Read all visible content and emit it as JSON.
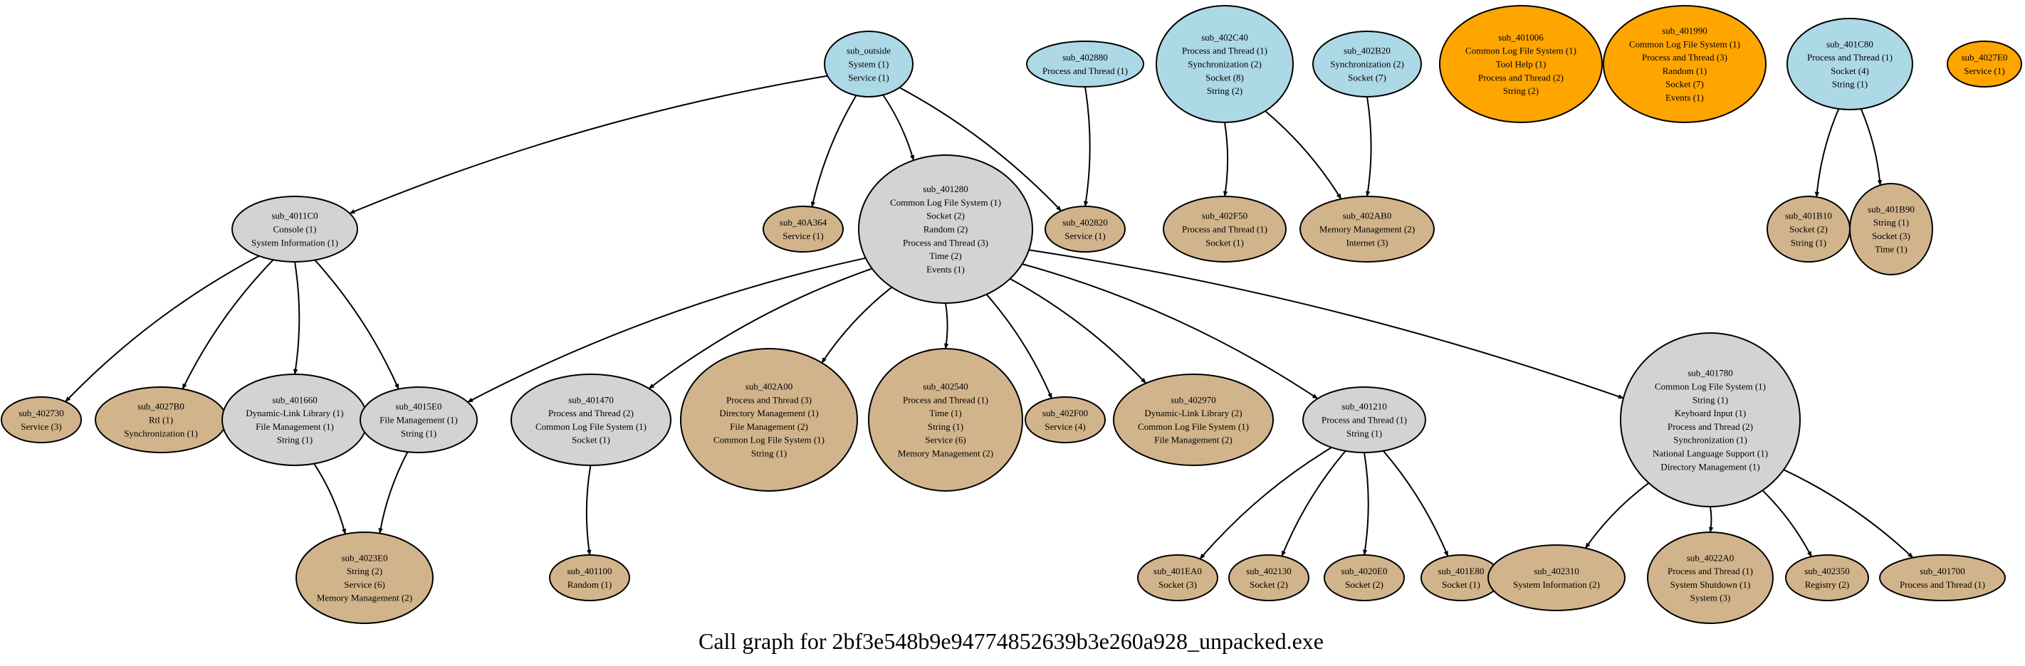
{
  "title": "Call graph for 2bf3e548b9e94774852639b3e260a928_unpacked.exe",
  "colors": {
    "blue": "#add8e6",
    "orange": "#ffa500",
    "gray": "#d3d3d3",
    "tan": "#d2b48c",
    "stroke": "#000000",
    "background": "#ffffff"
  },
  "nodes": [
    {
      "id": "sub_outside",
      "color": "blue",
      "lines": [
        "sub_outside",
        "System (1)",
        "Service (1)"
      ]
    },
    {
      "id": "sub_402880",
      "color": "blue",
      "lines": [
        "sub_402880",
        "Process and Thread (1)"
      ]
    },
    {
      "id": "sub_402C40",
      "color": "blue",
      "lines": [
        "sub_402C40",
        "Process and Thread (1)",
        "Synchronization (2)",
        "Socket (8)",
        "String (2)"
      ]
    },
    {
      "id": "sub_402B20",
      "color": "blue",
      "lines": [
        "sub_402B20",
        "Synchronization (2)",
        "Socket (7)"
      ]
    },
    {
      "id": "sub_401006",
      "color": "orange",
      "lines": [
        "sub_401006",
        "Common Log File System (1)",
        "Tool Help (1)",
        "Process and Thread (2)",
        "String (2)"
      ]
    },
    {
      "id": "sub_401990",
      "color": "orange",
      "lines": [
        "sub_401990",
        "Common Log File System (1)",
        "Process and Thread (3)",
        "Random (1)",
        "Socket (7)",
        "Events (1)"
      ]
    },
    {
      "id": "sub_401C80",
      "color": "blue",
      "lines": [
        "sub_401C80",
        "Process and Thread (1)",
        "Socket (4)",
        "String (1)"
      ]
    },
    {
      "id": "sub_4027E0",
      "color": "orange",
      "lines": [
        "sub_4027E0",
        "Service (1)"
      ]
    },
    {
      "id": "sub_4011C0",
      "color": "gray",
      "lines": [
        "sub_4011C0",
        "Console (1)",
        "System Information (1)"
      ]
    },
    {
      "id": "sub_40A364",
      "color": "tan",
      "lines": [
        "sub_40A364",
        "Service (1)"
      ]
    },
    {
      "id": "sub_401280",
      "color": "gray",
      "lines": [
        "sub_401280",
        "Common Log File System (1)",
        "Socket (2)",
        "Random (2)",
        "Process and Thread (3)",
        "Time (2)",
        "Events (1)"
      ]
    },
    {
      "id": "sub_402820",
      "color": "tan",
      "lines": [
        "sub_402820",
        "Service (1)"
      ]
    },
    {
      "id": "sub_402F50",
      "color": "tan",
      "lines": [
        "sub_402F50",
        "Process and Thread (1)",
        "Socket (1)"
      ]
    },
    {
      "id": "sub_402AB0",
      "color": "tan",
      "lines": [
        "sub_402AB0",
        "Memory Management (2)",
        "Internet (3)"
      ]
    },
    {
      "id": "sub_401B10",
      "color": "tan",
      "lines": [
        "sub_401B10",
        "Socket (2)",
        "String (1)"
      ]
    },
    {
      "id": "sub_401B90",
      "color": "tan",
      "lines": [
        "sub_401B90",
        "String (1)",
        "Socket (3)",
        "Time (1)"
      ]
    },
    {
      "id": "sub_402730",
      "color": "tan",
      "lines": [
        "sub_402730",
        "Service (3)"
      ]
    },
    {
      "id": "sub_4027B0",
      "color": "tan",
      "lines": [
        "sub_4027B0",
        "Rtl (1)",
        "Synchronization (1)"
      ]
    },
    {
      "id": "sub_401660",
      "color": "gray",
      "lines": [
        "sub_401660",
        "Dynamic-Link Library (1)",
        "File Management (1)",
        "String (1)"
      ]
    },
    {
      "id": "sub_4015E0",
      "color": "gray",
      "lines": [
        "sub_4015E0",
        "File Management (1)",
        "String (1)"
      ]
    },
    {
      "id": "sub_401470",
      "color": "gray",
      "lines": [
        "sub_401470",
        "Process and Thread (2)",
        "Common Log File System (1)",
        "Socket (1)"
      ]
    },
    {
      "id": "sub_402A00",
      "color": "tan",
      "lines": [
        "sub_402A00",
        "Process and Thread (3)",
        "Directory Management (1)",
        "File Management (2)",
        "Common Log File System (1)",
        "String (1)"
      ]
    },
    {
      "id": "sub_402540",
      "color": "tan",
      "lines": [
        "sub_402540",
        "Process and Thread (1)",
        "Time (1)",
        "String (1)",
        "Service (6)",
        "Memory Management (2)"
      ]
    },
    {
      "id": "sub_402F00",
      "color": "tan",
      "lines": [
        "sub_402F00",
        "Service (4)"
      ]
    },
    {
      "id": "sub_402970",
      "color": "tan",
      "lines": [
        "sub_402970",
        "Dynamic-Link Library (2)",
        "Common Log File System (1)",
        "File Management (2)"
      ]
    },
    {
      "id": "sub_401210",
      "color": "gray",
      "lines": [
        "sub_401210",
        "Process and Thread (1)",
        "String (1)"
      ]
    },
    {
      "id": "sub_401780",
      "color": "gray",
      "lines": [
        "sub_401780",
        "Common Log File System (1)",
        "String (1)",
        "Keyboard Input (1)",
        "Process and Thread (2)",
        "Synchronization (1)",
        "National Language Support (1)",
        "Directory Management (1)"
      ]
    },
    {
      "id": "sub_4023E0",
      "color": "tan",
      "lines": [
        "sub_4023E0",
        "String (2)",
        "Service (6)",
        "Memory Management (2)"
      ]
    },
    {
      "id": "sub_401100",
      "color": "tan",
      "lines": [
        "sub_401100",
        "Random (1)"
      ]
    },
    {
      "id": "sub_401EA0",
      "color": "tan",
      "lines": [
        "sub_401EA0",
        "Socket (3)"
      ]
    },
    {
      "id": "sub_402130",
      "color": "tan",
      "lines": [
        "sub_402130",
        "Socket (2)"
      ]
    },
    {
      "id": "sub_4020E0",
      "color": "tan",
      "lines": [
        "sub_4020E0",
        "Socket (2)"
      ]
    },
    {
      "id": "sub_401E80",
      "color": "tan",
      "lines": [
        "sub_401E80",
        "Socket (1)"
      ]
    },
    {
      "id": "sub_402310",
      "color": "tan",
      "lines": [
        "sub_402310",
        "System Information (2)"
      ]
    },
    {
      "id": "sub_4022A0",
      "color": "tan",
      "lines": [
        "sub_4022A0",
        "Process and Thread (1)",
        "System Shutdown (1)",
        "System (3)"
      ]
    },
    {
      "id": "sub_402350",
      "color": "tan",
      "lines": [
        "sub_402350",
        "Registry (2)"
      ]
    },
    {
      "id": "sub_401700",
      "color": "tan",
      "lines": [
        "sub_401700",
        "Process and Thread (1)"
      ]
    }
  ],
  "edges": [
    {
      "from": "sub_outside",
      "to": "sub_4011C0"
    },
    {
      "from": "sub_outside",
      "to": "sub_40A364"
    },
    {
      "from": "sub_outside",
      "to": "sub_401280"
    },
    {
      "from": "sub_outside",
      "to": "sub_402820"
    },
    {
      "from": "sub_402880",
      "to": "sub_402820"
    },
    {
      "from": "sub_402C40",
      "to": "sub_402F50"
    },
    {
      "from": "sub_402C40",
      "to": "sub_402AB0"
    },
    {
      "from": "sub_402B20",
      "to": "sub_402AB0"
    },
    {
      "from": "sub_401C80",
      "to": "sub_401B10"
    },
    {
      "from": "sub_401C80",
      "to": "sub_401B90"
    },
    {
      "from": "sub_4011C0",
      "to": "sub_402730"
    },
    {
      "from": "sub_4011C0",
      "to": "sub_4027B0"
    },
    {
      "from": "sub_4011C0",
      "to": "sub_401660"
    },
    {
      "from": "sub_4011C0",
      "to": "sub_4015E0"
    },
    {
      "from": "sub_401280",
      "to": "sub_4015E0"
    },
    {
      "from": "sub_401280",
      "to": "sub_401470"
    },
    {
      "from": "sub_401280",
      "to": "sub_402A00"
    },
    {
      "from": "sub_401280",
      "to": "sub_402540"
    },
    {
      "from": "sub_401280",
      "to": "sub_402F00"
    },
    {
      "from": "sub_401280",
      "to": "sub_402970"
    },
    {
      "from": "sub_401280",
      "to": "sub_401210"
    },
    {
      "from": "sub_401280",
      "to": "sub_401780"
    },
    {
      "from": "sub_401660",
      "to": "sub_4023E0"
    },
    {
      "from": "sub_4015E0",
      "to": "sub_4023E0"
    },
    {
      "from": "sub_401470",
      "to": "sub_401100"
    },
    {
      "from": "sub_401210",
      "to": "sub_401EA0"
    },
    {
      "from": "sub_401210",
      "to": "sub_402130"
    },
    {
      "from": "sub_401210",
      "to": "sub_4020E0"
    },
    {
      "from": "sub_401210",
      "to": "sub_401E80"
    },
    {
      "from": "sub_401780",
      "to": "sub_402310"
    },
    {
      "from": "sub_401780",
      "to": "sub_4022A0"
    },
    {
      "from": "sub_401780",
      "to": "sub_402350"
    },
    {
      "from": "sub_401780",
      "to": "sub_401700"
    }
  ]
}
